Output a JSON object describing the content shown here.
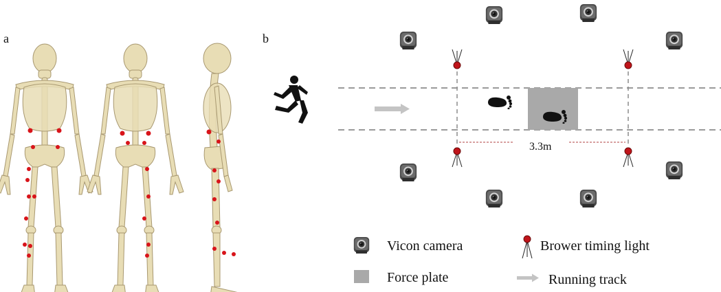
{
  "panels": {
    "a": {
      "label": "a"
    },
    "b": {
      "label": "b"
    }
  },
  "diagram": {
    "distance_label": "3.3m"
  },
  "legend": {
    "vicon_camera": "Vicon camera",
    "brower_timing_light": "Brower timing light",
    "force_plate": "Force plate",
    "running_track": "Running track"
  },
  "colors": {
    "bone": "#e8ddb5",
    "bone_stroke": "#a89870",
    "marker": "#d8141a",
    "timing_light": "#c0141a",
    "force_plate": "#a9a9a9",
    "track_line": "#8c8c8c",
    "arrow": "#c4c4c4",
    "camera": "#3a3a3a"
  }
}
